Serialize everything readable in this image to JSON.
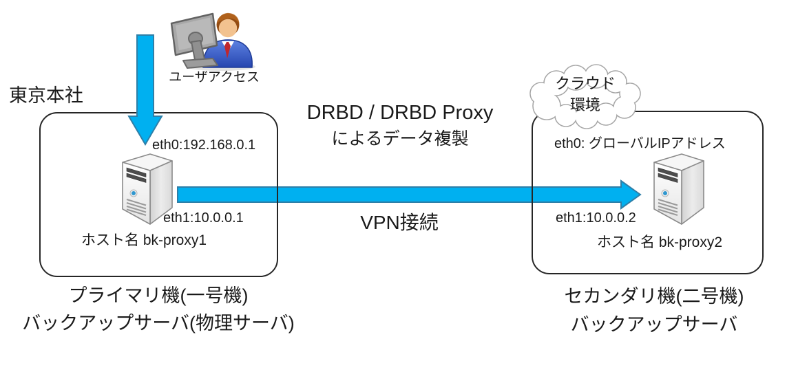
{
  "diagram": {
    "site_label": "東京本社",
    "user_access_label": "ユーザアクセス",
    "replication_title_line1": "DRBD / DRBD Proxy",
    "replication_title_line2": "によるデータ複製",
    "vpn_label": "VPN接続",
    "cloud_label_line1": "クラウド",
    "cloud_label_line2": "環境",
    "primary": {
      "eth0": "eth0:192.168.0.1",
      "eth1": "eth1:10.0.0.1",
      "hostname": "ホスト名 bk-proxy1",
      "caption_line1": "プライマリ機(一号機)",
      "caption_line2": "バックアップサーバ(物理サーバ)"
    },
    "secondary": {
      "eth0": "eth0: グローバルIPアドレス",
      "eth1": "eth1:10.0.0.2",
      "hostname": "ホスト名 bk-proxy2",
      "caption_line1": "セカンダリ機(二号機)",
      "caption_line2": "バックアップサーバ"
    },
    "icons": {
      "user": "user-at-computer-icon",
      "server_primary": "server-tower-icon",
      "server_secondary": "server-tower-icon",
      "cloud": "cloud-icon",
      "down_arrow": "down-arrow-icon",
      "right_arrow": "right-arrow-icon"
    },
    "colors": {
      "arrow_fill": "#00B0F0",
      "arrow_stroke": "#2E7FA8",
      "box_border": "#262626",
      "cloud_stroke": "#A6A6A6",
      "text": "#1A1A1A"
    }
  }
}
